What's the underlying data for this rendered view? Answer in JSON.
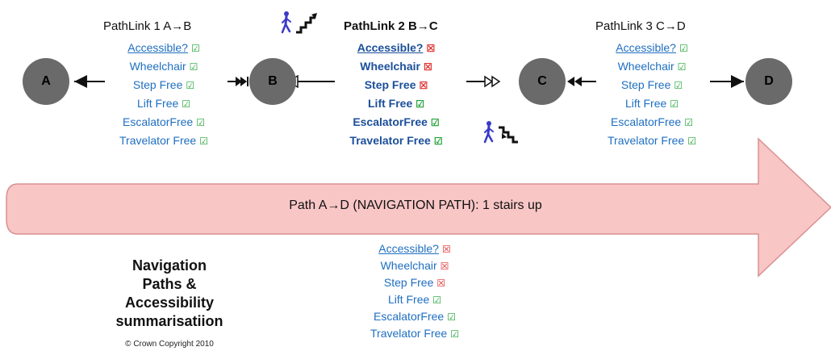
{
  "nodes": {
    "a": "A",
    "b": "B",
    "c": "C",
    "d": "D"
  },
  "links": [
    {
      "title": "PathLink 1 A→B",
      "rows": [
        {
          "label": "Accessible?",
          "underline": true,
          "mark": "☑",
          "ok": true
        },
        {
          "label": "Wheelchair",
          "mark": "☑",
          "ok": true
        },
        {
          "label": "Step Free",
          "mark": "☑",
          "ok": true
        },
        {
          "label": "Lift Free",
          "mark": "☑",
          "ok": true
        },
        {
          "label": "EscalatorFree",
          "mark": "☑",
          "ok": true
        },
        {
          "label": "Travelator Free",
          "mark": "☑",
          "ok": true
        }
      ]
    },
    {
      "title": "PathLink 2 B→C",
      "rows": [
        {
          "label": "Accessible?",
          "underline": true,
          "mark": "☒",
          "ok": false
        },
        {
          "label": "Wheelchair",
          "mark": "☒",
          "ok": false
        },
        {
          "label": "Step Free",
          "mark": "☒",
          "ok": false
        },
        {
          "label": "Lift Free",
          "mark": "☑",
          "ok": true
        },
        {
          "label": "EscalatorFree",
          "mark": "☑",
          "ok": true
        },
        {
          "label": "Travelator Free",
          "mark": "☑",
          "ok": true
        }
      ]
    },
    {
      "title": "PathLink 3 C→D",
      "rows": [
        {
          "label": "Accessible?",
          "underline": true,
          "mark": "☑",
          "ok": true
        },
        {
          "label": "Wheelchair",
          "mark": "☑",
          "ok": true
        },
        {
          "label": "Step Free",
          "mark": "☑",
          "ok": true
        },
        {
          "label": "Lift Free",
          "mark": "☑",
          "ok": true
        },
        {
          "label": "EscalatorFree",
          "mark": "☑",
          "ok": true
        },
        {
          "label": "Travelator Free",
          "mark": "☑",
          "ok": true
        }
      ]
    }
  ],
  "path": {
    "label": "Path A→D  (NAVIGATION PATH): 1 stairs up",
    "summary": [
      {
        "label": "Accessible?",
        "underline": true,
        "mark": "☒",
        "ok": false
      },
      {
        "label": "Wheelchair",
        "mark": "☒",
        "ok": false
      },
      {
        "label": "Step Free",
        "mark": "☒",
        "ok": false
      },
      {
        "label": "Lift Free",
        "mark": "☑",
        "ok": true
      },
      {
        "label": "EscalatorFree",
        "mark": "☑",
        "ok": true
      },
      {
        "label": "Travelator Free",
        "mark": "☑",
        "ok": true
      }
    ]
  },
  "summary_title": [
    "Navigation",
    "Paths &",
    "Accessibility",
    "summarisatiion"
  ],
  "copyright": "© Crown Copyright 2010",
  "colors": {
    "fill_ok": "#21a336",
    "fill_no": "#e03030",
    "link_text": "#1f6fc1",
    "node_fill": "#6a6a6a",
    "arrow_fill": "#f9c6c6",
    "icon_blue": "#3a3ac8"
  },
  "icons": [
    "person-walking-icon",
    "stairs-up-icon",
    "stairs-down-icon"
  ]
}
